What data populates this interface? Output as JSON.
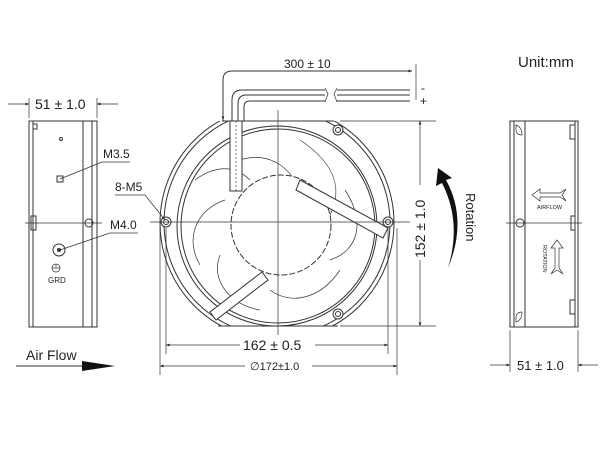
{
  "unit_label": "Unit:mm",
  "left_view": {
    "width_dim": "51 ± 1.0",
    "screw_label_1": "M3.5",
    "screw_label_2": "M4.0",
    "ground_label": "GRD",
    "airflow_label": "Air Flow"
  },
  "front_view": {
    "lead_length": "300 ± 10",
    "lead_minus": "-",
    "lead_plus": "+",
    "mount_holes": "8-M5",
    "hole_spacing": "162 ± 0.5",
    "diameter": "∅172±1.0",
    "height_dim": "152 ± 1.0",
    "rotation_label": "Rotation"
  },
  "right_view": {
    "airflow_text": "AIRFLOW",
    "rotation_text": "ROTATION",
    "width_dim": "51 ± 1.0"
  }
}
